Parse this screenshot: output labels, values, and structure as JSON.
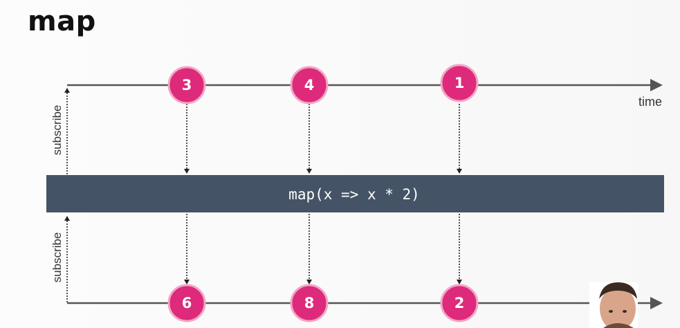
{
  "title": "map",
  "time_label": "time",
  "subscribe_label_top": "subscribe",
  "subscribe_label_bottom": "subscribe",
  "operator_label": "map(x => x * 2)",
  "colors": {
    "marble": "#dd2a7b",
    "marble_border": "#f3a6c6",
    "operator_bar": "#445466",
    "timeline": "#555555"
  },
  "input_marbles": [
    "3",
    "4",
    "1"
  ],
  "output_marbles": [
    "6",
    "8",
    "2"
  ]
}
